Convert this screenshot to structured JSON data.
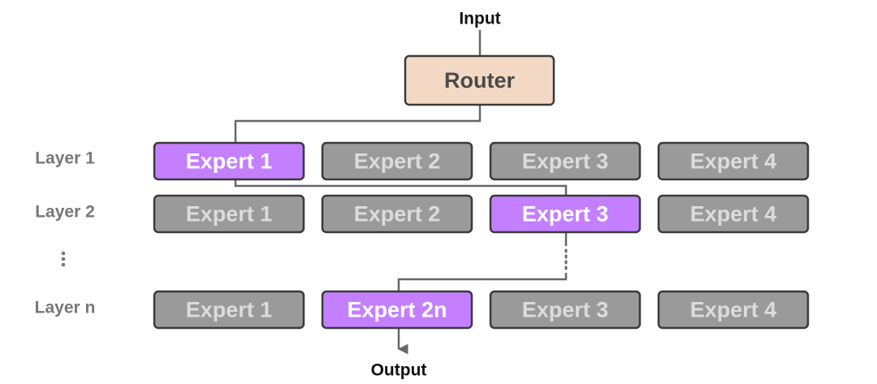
{
  "input_label": "Input",
  "output_label": "Output",
  "router": {
    "label": "Router",
    "fill": "#f3d9c4",
    "text_color": "#4a4a4a"
  },
  "colors": {
    "active_fill": "#c47fff",
    "active_text": "#ffffff",
    "inactive_fill": "#9a9a9a",
    "inactive_text": "#dcdcdc",
    "border": "#3a3a3a",
    "connector": "#666666"
  },
  "layers": [
    {
      "label": "Layer 1",
      "experts": [
        "Expert 1",
        "Expert 2",
        "Expert 3",
        "Expert 4"
      ],
      "active_index": 0
    },
    {
      "label": "Layer 2",
      "experts": [
        "Expert 1",
        "Expert 2",
        "Expert 3",
        "Expert 4"
      ],
      "active_index": 2
    },
    {
      "label": "Layer n",
      "experts": [
        "Expert 1",
        "Expert 2n",
        "Expert 3",
        "Expert 4"
      ],
      "active_index": 1
    }
  ],
  "ellipsis_icon": "vertical-ellipsis"
}
